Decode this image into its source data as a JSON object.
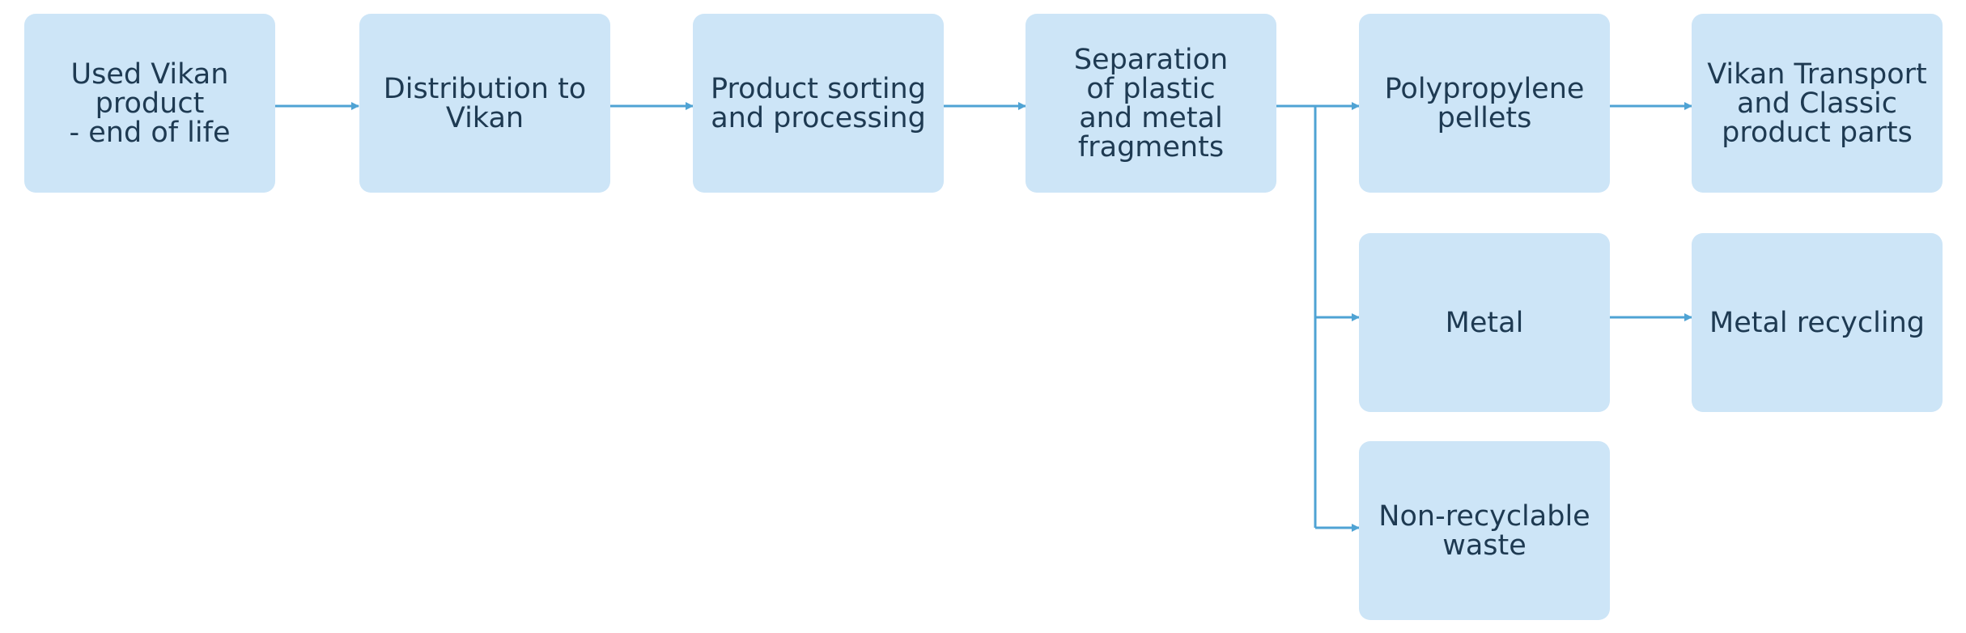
{
  "diagram": {
    "type": "flowchart",
    "accent_color": "#4fa3d4",
    "node_fill": "#cde5f7",
    "text_color": "#1e3a52",
    "nodes": {
      "used_product": "Used Vikan\nproduct\n- end of life",
      "distribution": "Distribution to\nVikan",
      "sorting": "Product sorting\nand processing",
      "separation": "Separation\nof plastic\nand metal\nfragments",
      "pellets": "Polypropylene\npellets",
      "parts": "Vikan Transport\nand Classic\nproduct parts",
      "metal": "Metal",
      "metal_recycling": "Metal recycling",
      "waste": "Non-recyclable\nwaste"
    }
  }
}
